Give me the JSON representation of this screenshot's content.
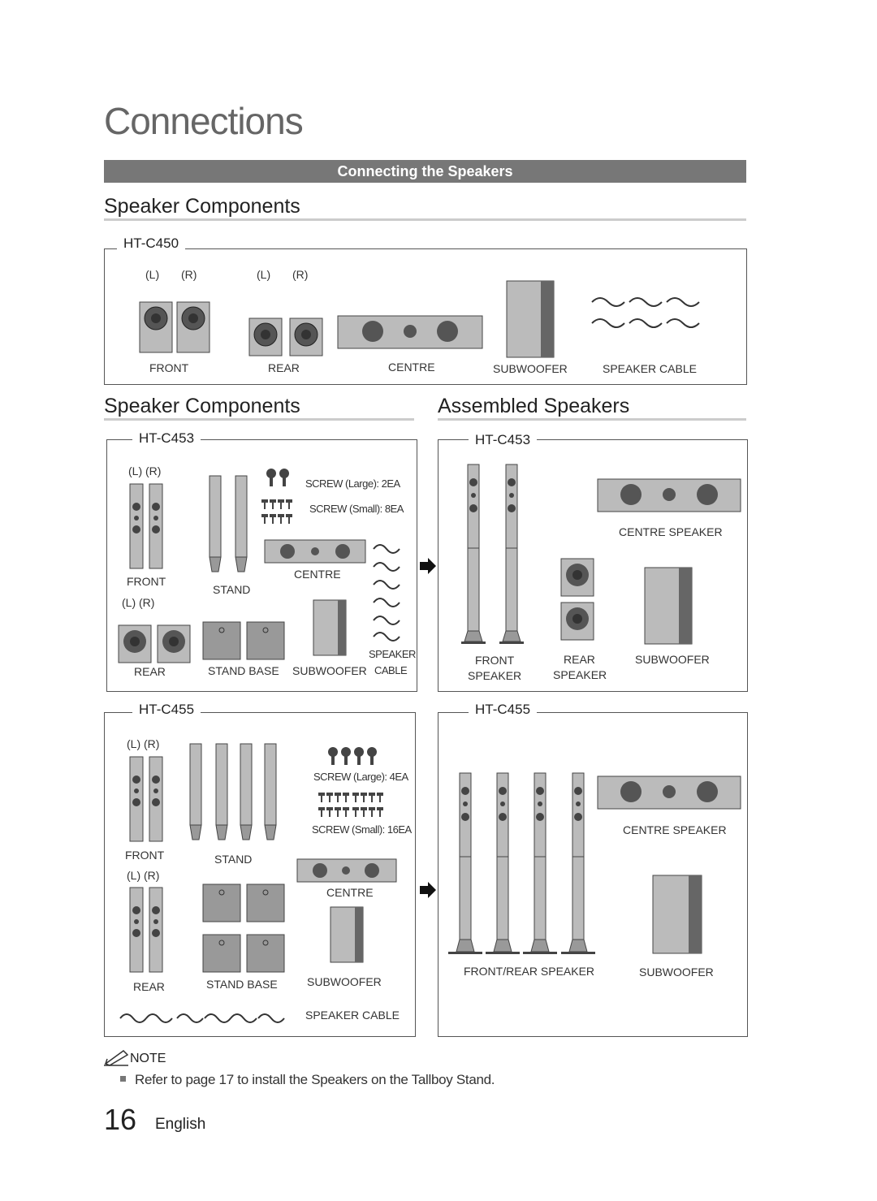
{
  "page": {
    "title": "Connections",
    "section_band": "Connecting the Speakers",
    "page_number": "16",
    "language": "English"
  },
  "htc450": {
    "heading": "Speaker Components",
    "model": "HT-C450",
    "lr1_l": "(L)",
    "lr1_r": "(R)",
    "lr2_l": "(L)",
    "lr2_r": "(R)",
    "labels": {
      "front": "FRONT",
      "rear": "REAR",
      "centre": "CENTRE",
      "subwoofer": "SUBWOOFER",
      "speaker_cable": "SPEAKER CABLE"
    }
  },
  "htc453_components": {
    "heading": "Speaker Components",
    "model": "HT-C453",
    "lr_front": "(L)  (R)",
    "lr_rear": "(L)    (R)",
    "labels": {
      "front": "FRONT",
      "stand": "STAND",
      "screw_large": "SCREW (Large): 2EA",
      "screw_small": "SCREW (Small): 8EA",
      "centre": "CENTRE",
      "rear": "REAR",
      "stand_base": "STAND BASE",
      "subwoofer": "SUBWOOFER",
      "speaker": "SPEAKER",
      "cable": "CABLE"
    }
  },
  "htc453_assembled": {
    "heading": "Assembled Speakers",
    "model": "HT-C453",
    "labels": {
      "centre_speaker": "CENTRE SPEAKER",
      "front": "FRONT",
      "speaker1": "SPEAKER",
      "rear": "REAR",
      "speaker2": "SPEAKER",
      "subwoofer": "SUBWOOFER"
    }
  },
  "htc455_components": {
    "model": "HT-C455",
    "lr_front": "(L)  (R)",
    "lr_rear": "(L)  (R)",
    "labels": {
      "screw_large": "SCREW (Large): 4EA",
      "screw_small": "SCREW (Small): 16EA",
      "front": "FRONT",
      "stand": "STAND",
      "centre": "CENTRE",
      "rear": "REAR",
      "stand_base": "STAND BASE",
      "subwoofer": "SUBWOOFER",
      "speaker_cable": "SPEAKER  CABLE"
    }
  },
  "htc455_assembled": {
    "model": "HT-C455",
    "labels": {
      "centre_speaker": "CENTRE SPEAKER",
      "front_rear_speaker": "FRONT/REAR SPEAKER",
      "subwoofer": "SUBWOOFER"
    }
  },
  "note": {
    "label": "NOTE",
    "text": "Refer to page 17 to install the Speakers on the Tallboy Stand."
  }
}
